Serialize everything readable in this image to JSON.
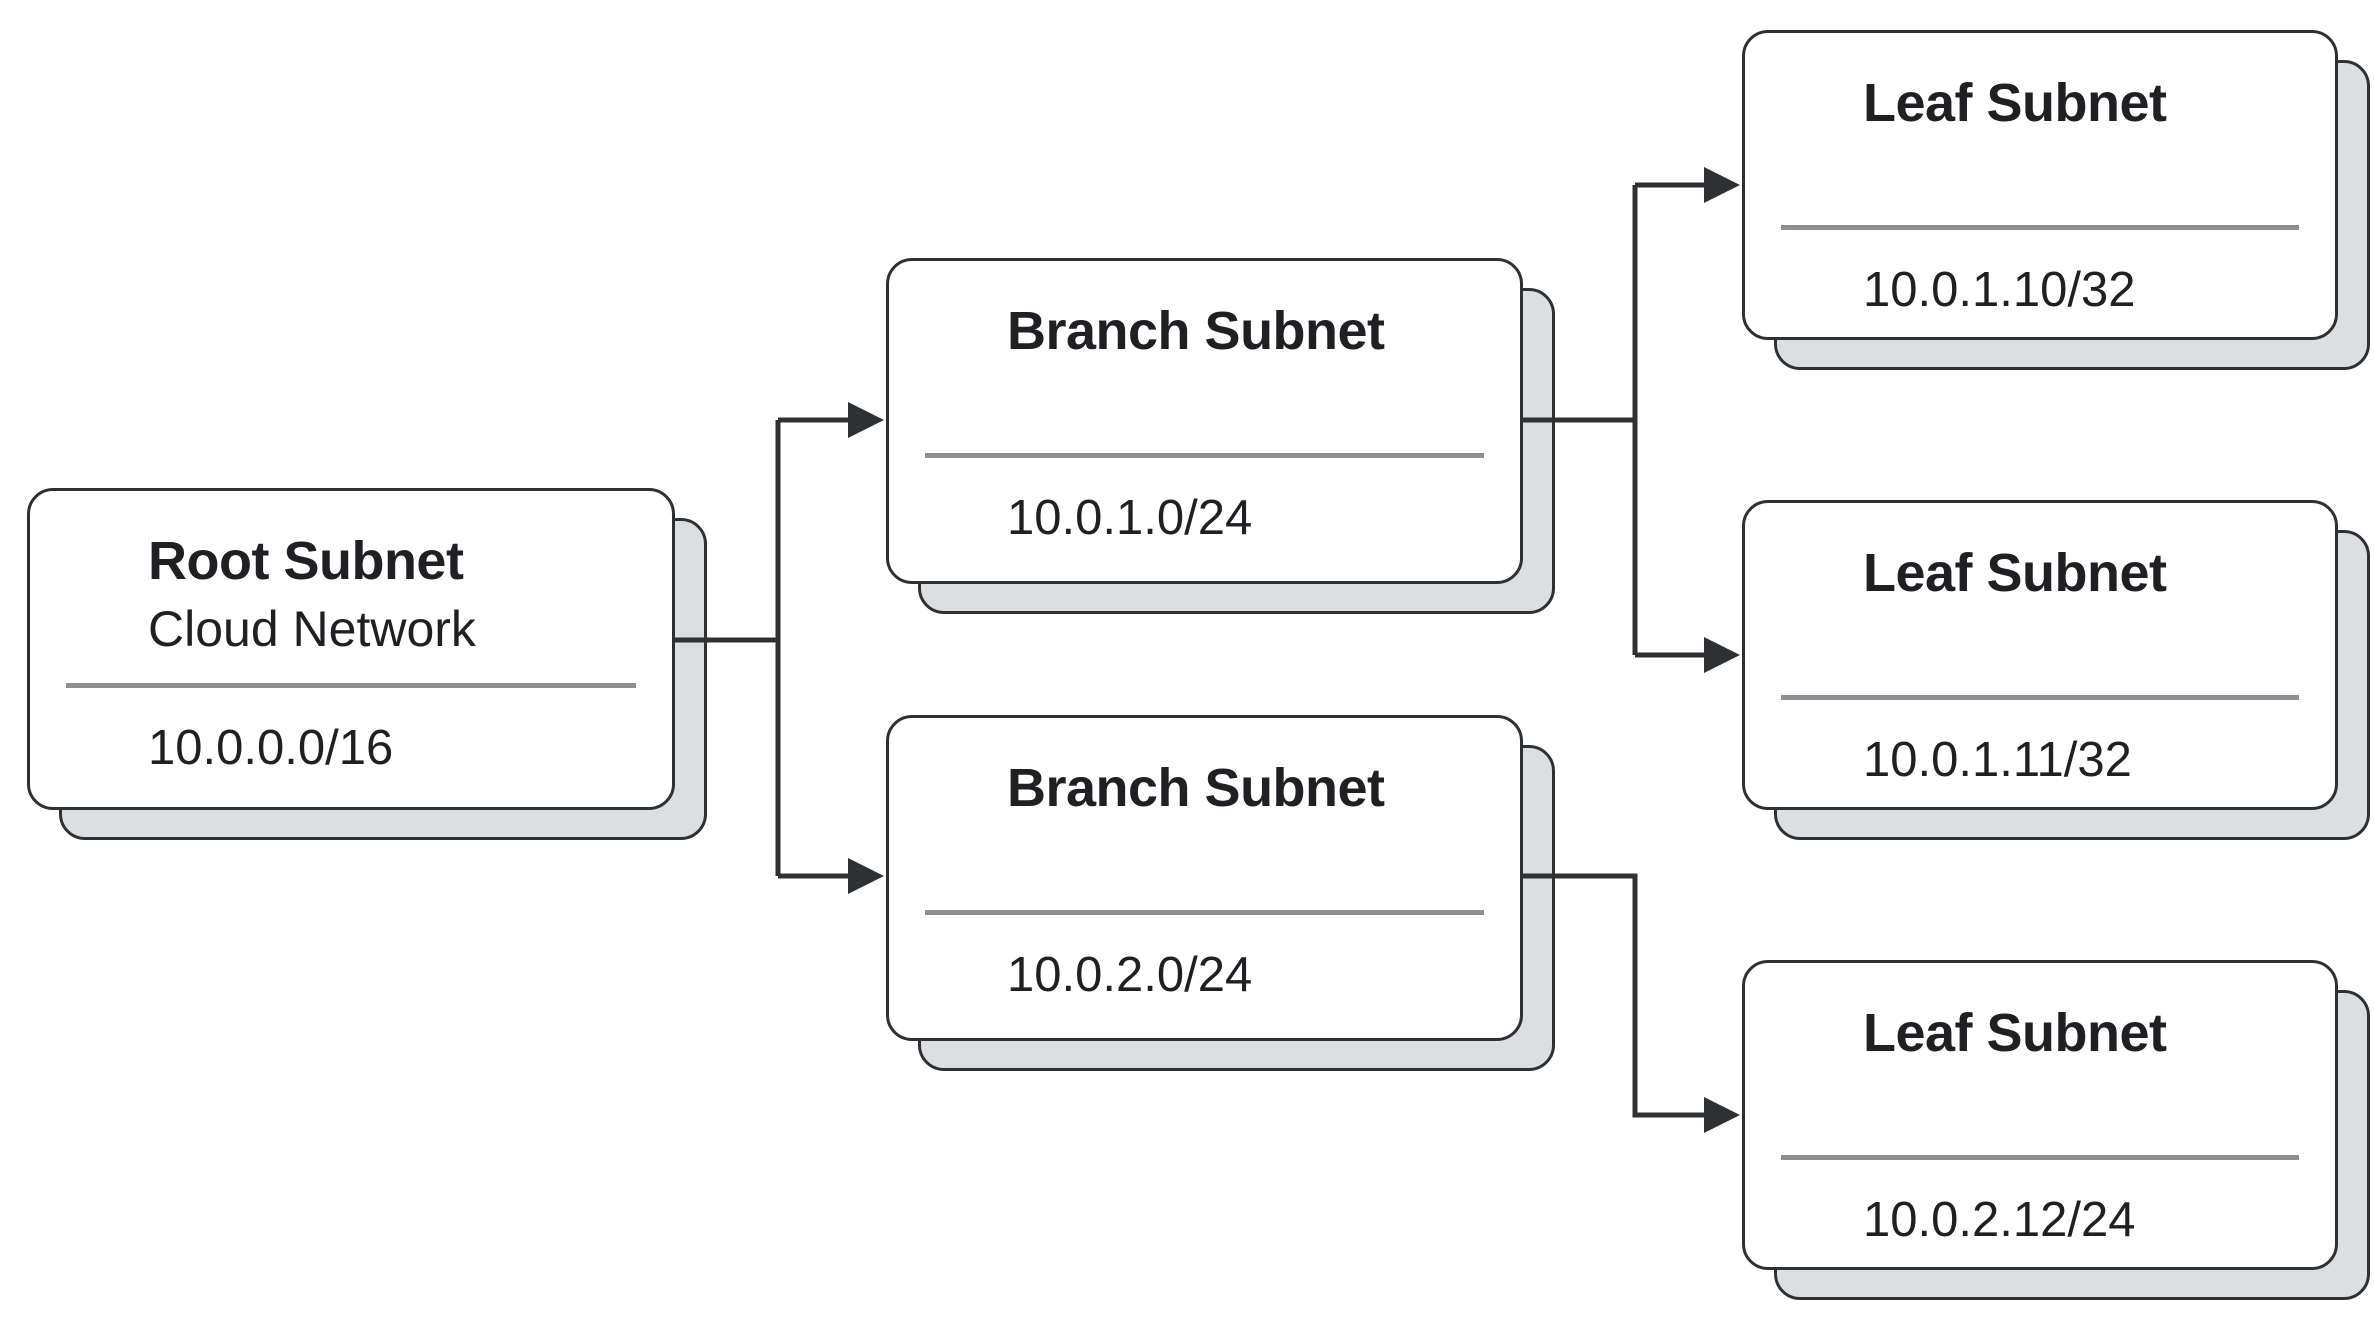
{
  "colors": {
    "background": "#ffffff",
    "border": "#2f3033",
    "connector": "#2f3033",
    "shadow_fill": "#dcdee2",
    "divider": "#8c8e91",
    "text": "#1f2023"
  },
  "nodes": {
    "root": {
      "title": "Root Subnet",
      "subtitle": "Cloud Network",
      "cidr": "10.0.0.0/16"
    },
    "branch1": {
      "title": "Branch Subnet",
      "cidr": "10.0.1.0/24"
    },
    "branch2": {
      "title": "Branch Subnet",
      "cidr": "10.0.2.0/24"
    },
    "leaf1": {
      "title": "Leaf Subnet",
      "cidr": "10.0.1.10/32"
    },
    "leaf2": {
      "title": "Leaf Subnet",
      "cidr": "10.0.1.11/32"
    },
    "leaf3": {
      "title": "Leaf Subnet",
      "cidr": "10.0.2.12/24"
    }
  }
}
